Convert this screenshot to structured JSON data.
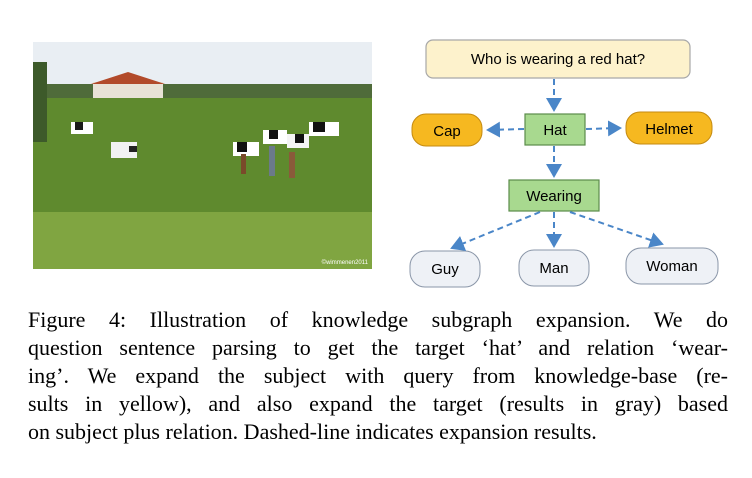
{
  "figure": {
    "photo": {
      "watermark": "©wimmenen2011",
      "colors": {
        "sky": "#e9eef3",
        "grass": "#5f8a2e",
        "grass_light": "#8fb04a",
        "roof": "#b24a2a"
      }
    },
    "diagram": {
      "question": "Who is wearing a red hat?",
      "target": "Hat",
      "relation": "Wearing",
      "subject_expansions": [
        "Cap",
        "Helmet"
      ],
      "target_expansions": [
        "Guy",
        "Man",
        "Woman"
      ],
      "colors": {
        "question_fill": "#fdf2cc",
        "question_stroke": "#a8a8a8",
        "green_fill": "#a8d98f",
        "green_stroke": "#5b8c4a",
        "yellow_fill": "#f6b820",
        "yellow_stroke": "#c48a10",
        "gray_fill": "#eef1f6",
        "gray_stroke": "#8a96a8",
        "arrow": "#4a86c8"
      }
    },
    "caption": {
      "lines": [
        "Figure 4: Illustration of knowledge subgraph expansion. We do",
        "question sentence parsing to get the target ‘hat’ and relation ‘wear-",
        "ing’. We expand the subject with query from knowledge-base (re-",
        "sults in yellow), and also expand the target (results in gray) based",
        "on subject plus relation. Dashed-line indicates expansion results."
      ]
    }
  }
}
